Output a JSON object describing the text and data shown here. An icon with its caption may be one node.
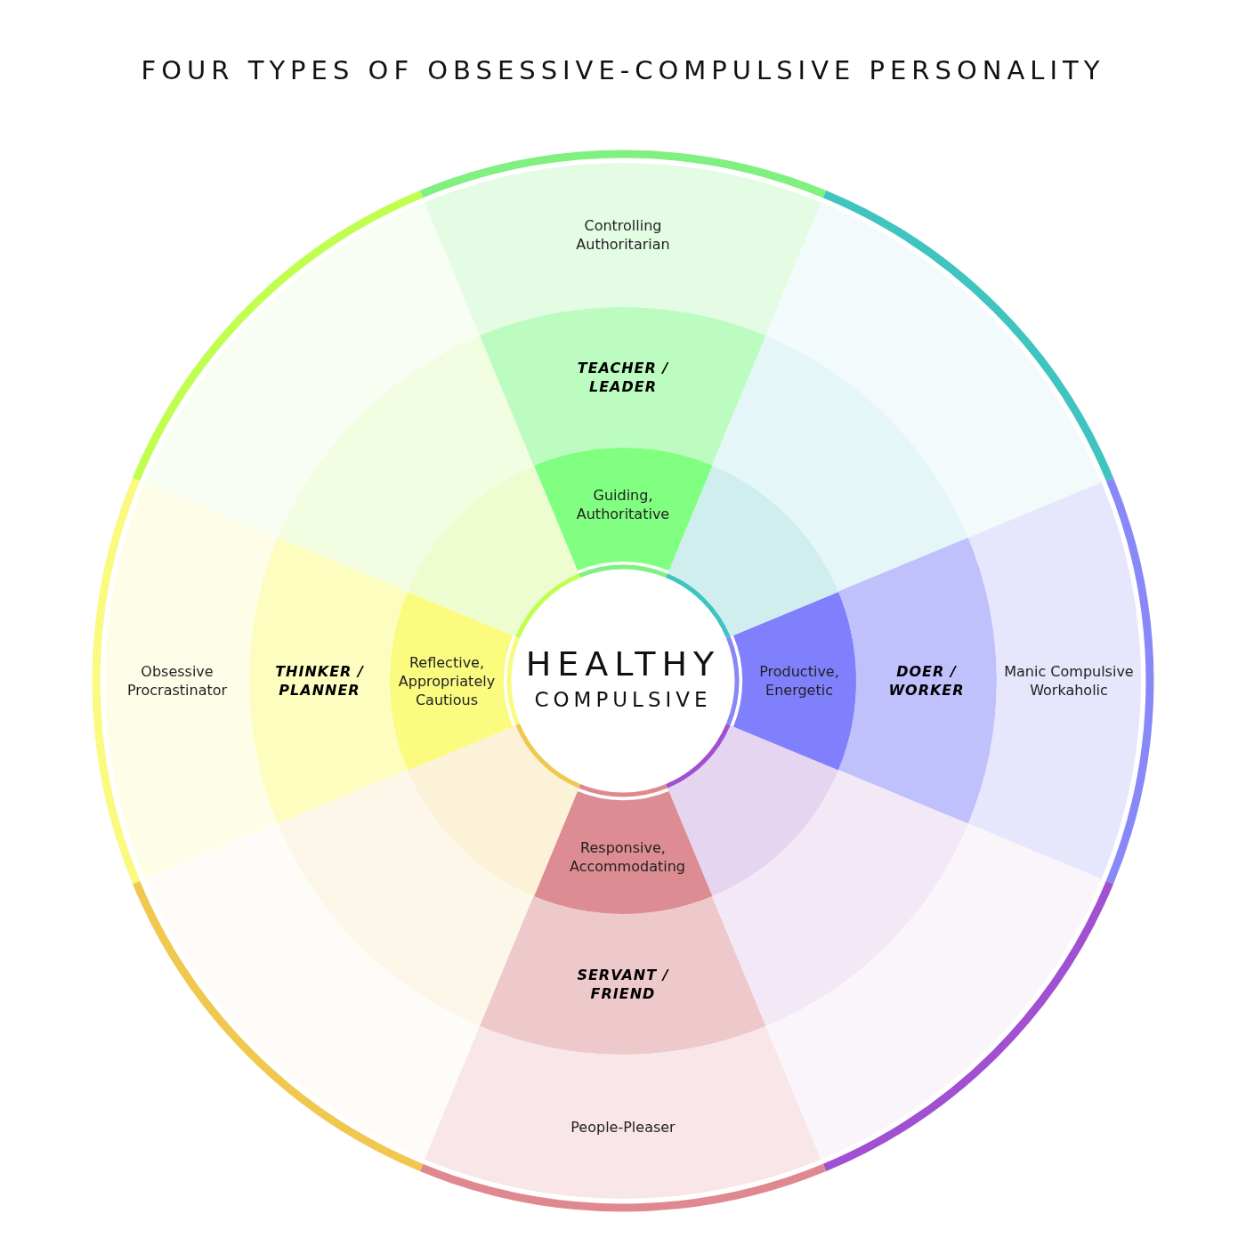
{
  "diagram": {
    "title": "FOUR TYPES OF OBSESSIVE-COMPULSIVE PERSONALITY",
    "nodes": [
      {
        "text": [
          "Controlling Authoritarian"
        ]
      },
      {
        "text": [
          "TEACHER / LEADER"
        ]
      },
      {
        "text": [
          "Guiding, Authoritative"
        ]
      },
      {
        "text": [
          "Obsessive Procrastinator"
        ]
      },
      {
        "text": [
          "THINKER / PLANNER"
        ]
      },
      {
        "text": [
          "Reflective, Appropriately Cautious"
        ]
      },
      {
        "text": [
          "HEALTHY",
          "COMPULSIVE"
        ]
      },
      {
        "text": [
          "Productive, Energetic"
        ]
      },
      {
        "text": [
          "DOER / WORKER"
        ]
      },
      {
        "text": [
          "Manic Compulsive Workaholic"
        ]
      },
      {
        "text": [
          "Responsive, Accommodating"
        ]
      },
      {
        "text": [
          "SERVANT / FRIEND"
        ]
      },
      {
        "text": [
          "People-Pleaser"
        ]
      }
    ]
  }
}
